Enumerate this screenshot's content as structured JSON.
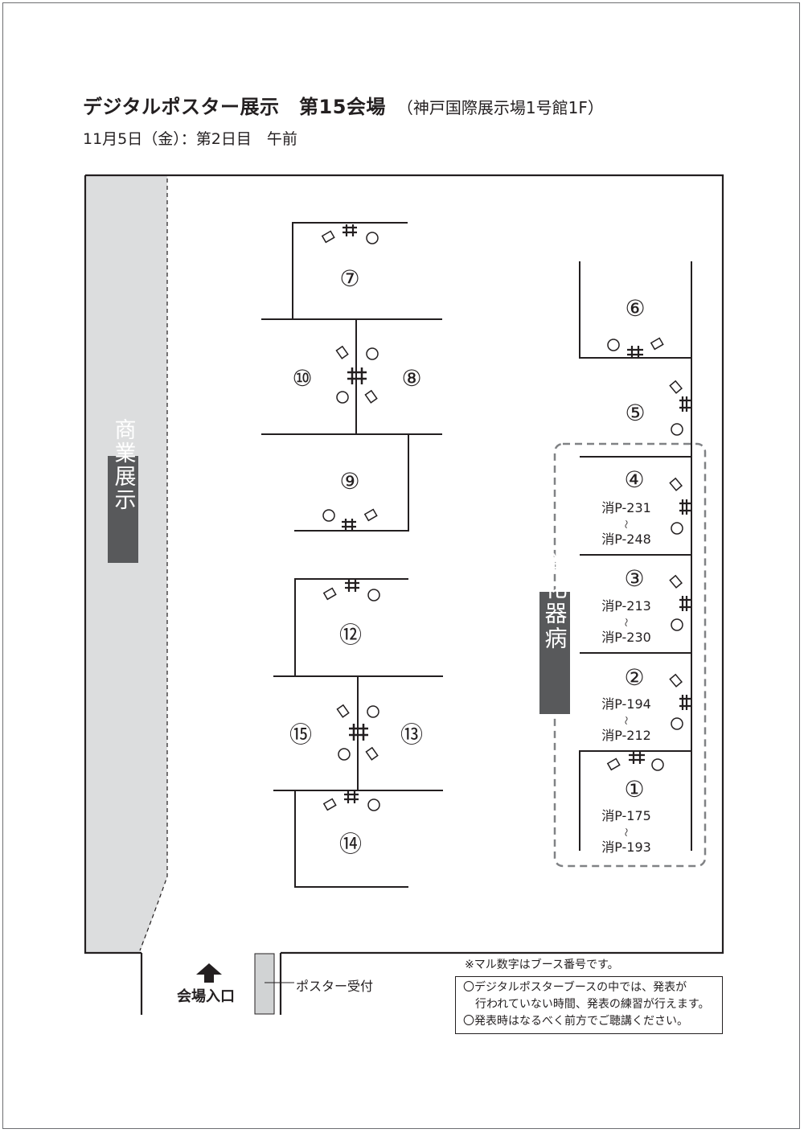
{
  "header": {
    "title": "デジタルポスター展示　第15会場",
    "venue": "（神戸国際展示場1号館1F）",
    "date": "11月5日（金）：第2日目　午前"
  },
  "areas": {
    "commercial": "商業展示",
    "digestive": "消化器病"
  },
  "booths": [
    {
      "number": "⑦"
    },
    {
      "number": "⑩"
    },
    {
      "number": "⑧"
    },
    {
      "number": "⑨"
    },
    {
      "number": "⑫"
    },
    {
      "number": "⑮"
    },
    {
      "number": "⑬"
    },
    {
      "number": "⑭"
    },
    {
      "number": "⑥"
    },
    {
      "number": "⑤"
    },
    {
      "number": "④",
      "from": "消P-231",
      "tilde": "〜",
      "to": "消P-248"
    },
    {
      "number": "③",
      "from": "消P-213",
      "tilde": "〜",
      "to": "消P-230"
    },
    {
      "number": "②",
      "from": "消P-194",
      "tilde": "〜",
      "to": "消P-212"
    },
    {
      "number": "①",
      "from": "消P-175",
      "tilde": "〜",
      "to": "消P-193"
    }
  ],
  "entrance": {
    "label": "会場入口"
  },
  "reception": {
    "label": "ポスター受付"
  },
  "note": "※マル数字はブース番号です。",
  "info": [
    "〇デジタルポスターブースの中では、発表が",
    "行われていない時間、発表の練習が行えます。",
    "〇発表時はなるべく前方でご聴講ください。"
  ],
  "colors": {
    "line": "#231f20",
    "commercial_fill": "#dcddde",
    "label_bg": "#58595b",
    "reception_fill": "#d1d3d4"
  }
}
